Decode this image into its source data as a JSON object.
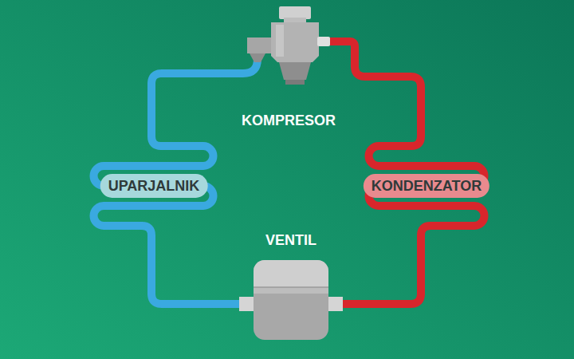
{
  "diagram": {
    "nodes": [
      {
        "text": [
          "KOMPRESOR"
        ]
      },
      {
        "text": [
          "UPARJALNIK"
        ]
      },
      {
        "text": [
          "KONDENZATOR"
        ]
      },
      {
        "text": [
          "VENTIL"
        ]
      }
    ],
    "edges": [
      {
        "from": 0,
        "to": 2,
        "arrow": "none"
      },
      {
        "from": 2,
        "to": 3,
        "arrow": "none"
      },
      {
        "from": 3,
        "to": 1,
        "arrow": "none"
      },
      {
        "from": 1,
        "to": 0,
        "arrow": "none"
      }
    ]
  }
}
